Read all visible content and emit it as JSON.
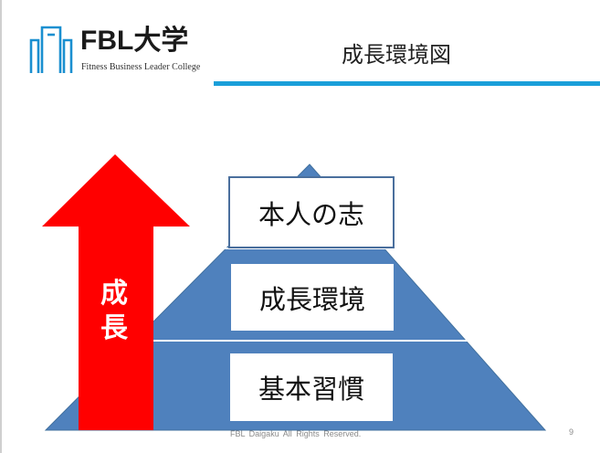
{
  "logo": {
    "brand": "FBL大学",
    "subtitle": "Fitness Business Leader College"
  },
  "slide": {
    "title": "成長環境図",
    "page_number": "9",
    "footer": "FBL Daigaku All Rights Reserved."
  },
  "diagram": {
    "tiers": [
      {
        "label": "本人の志"
      },
      {
        "label": "成長環境"
      },
      {
        "label": "基本習慣"
      }
    ],
    "arrow": {
      "label_line1": "成",
      "label_line2": "長"
    }
  },
  "colors": {
    "pyramid_fill": "#4f81bd",
    "arrow_fill": "#ff0000",
    "title_rule": "#1a9fd9"
  }
}
